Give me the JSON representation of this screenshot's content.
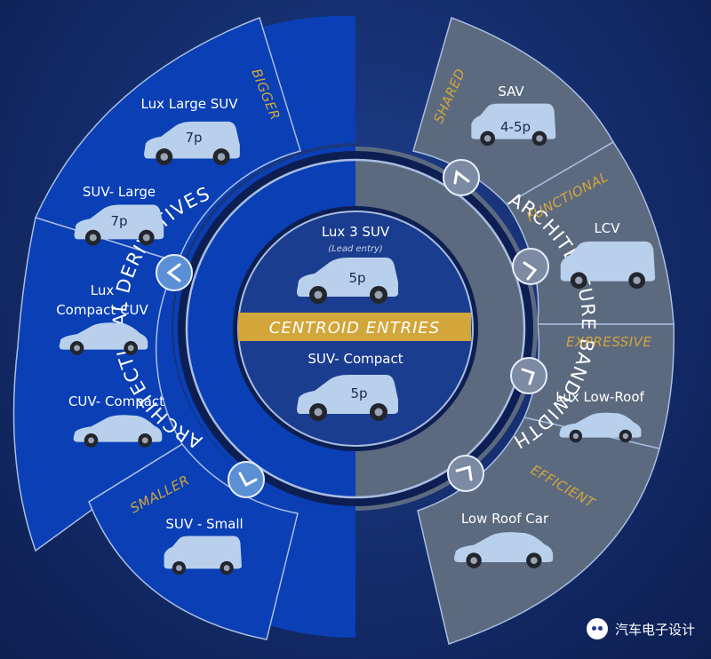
{
  "left_title": "ARCHITECTURAL DERIVATIVES",
  "right_title": "ARCHITECTURE BANDWIDTH",
  "centroid": {
    "banner": "CENTROID ENTRIES",
    "top_vehicle": {
      "label": "Lux 3 SUV",
      "note": "(Lead entry)",
      "capacity": "5p"
    },
    "bottom_vehicle": {
      "label": "SUV- Compact",
      "capacity": "5p"
    }
  },
  "categories": {
    "bigger": "BIGGER",
    "smaller": "SMALLER",
    "shared": "SHARED",
    "functional": "FUNCTIONAL",
    "expressive": "EXPRESSIVE",
    "efficient": "EFFICIENT"
  },
  "left_vehicles": [
    {
      "label": "Lux Large SUV",
      "capacity": "7p"
    },
    {
      "label": "SUV- Large",
      "capacity": "7p"
    },
    {
      "label": "Lux Compact CUV",
      "capacity": ""
    },
    {
      "label": "CUV- Compact",
      "capacity": ""
    },
    {
      "label": "SUV - Small",
      "capacity": ""
    }
  ],
  "right_vehicles": [
    {
      "label": "SAV",
      "capacity": "4-5p"
    },
    {
      "label": "LCV",
      "capacity": ""
    },
    {
      "label": "Lux Low-Roof",
      "capacity": ""
    },
    {
      "label": "Low Roof Car",
      "capacity": ""
    }
  ],
  "watermark": "汽车电子设计",
  "colors": {
    "left_fill": "#0a3fb5",
    "right_fill": "#5c6a80",
    "ring": "#a9bde0",
    "gold": "#d2a63a",
    "car": "#b9d0ec"
  }
}
